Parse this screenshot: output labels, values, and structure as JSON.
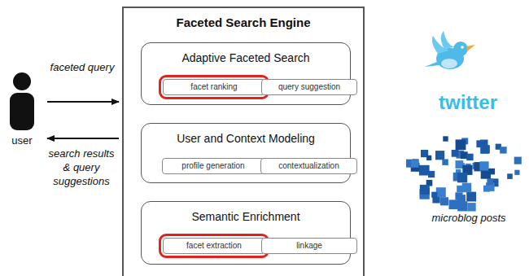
{
  "diagram": {
    "title": "Faceted Search Engine",
    "nodes": [
      {
        "text": [
          "user"
        ]
      },
      {
        "text": [
          "Faceted Search Engine"
        ]
      },
      {
        "text": [
          "Adaptive Faceted Search"
        ],
        "in": 1
      },
      {
        "text": [
          "facet ranking"
        ],
        "in": 2
      },
      {
        "text": [
          "query suggestion"
        ],
        "in": 2
      },
      {
        "text": [
          "User and Context Modeling"
        ],
        "in": 1
      },
      {
        "text": [
          "profile generation"
        ],
        "in": 5
      },
      {
        "text": [
          "contextualization"
        ],
        "in": 5
      },
      {
        "text": [
          "Semantic Enrichment"
        ],
        "in": 1
      },
      {
        "text": [
          "facet extraction"
        ],
        "in": 8
      },
      {
        "text": [
          "linkage"
        ],
        "in": 8
      }
    ],
    "edges": [
      {
        "from": 0,
        "to": 1,
        "arrow": "to",
        "label": "faceted query"
      },
      {
        "from": 1,
        "to": 0,
        "arrow": "to",
        "label": "search results & query suggestions"
      }
    ],
    "labels": [
      "twitter",
      "microblog posts"
    ]
  }
}
